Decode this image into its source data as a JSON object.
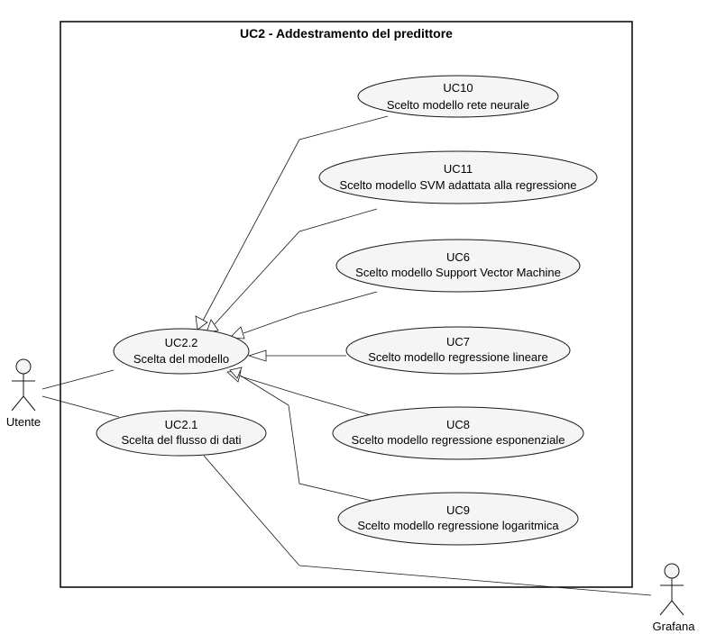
{
  "diagram": {
    "title": "UC2 - Addestramento del predittore",
    "actors": {
      "utente": "Utente",
      "grafana": "Grafana"
    },
    "use_cases": {
      "uc22": {
        "id": "UC2.2",
        "name": "Scelta del modello"
      },
      "uc21": {
        "id": "UC2.1",
        "name": "Scelta del flusso di dati"
      },
      "uc10": {
        "id": "UC10",
        "name": "Scelto modello rete neurale"
      },
      "uc11": {
        "id": "UC11",
        "name": "Scelto modello SVM adattata alla regressione"
      },
      "uc6": {
        "id": "UC6",
        "name": "Scelto modello Support Vector Machine"
      },
      "uc7": {
        "id": "UC7",
        "name": "Scelto modello regressione lineare"
      },
      "uc8": {
        "id": "UC8",
        "name": "Scelto modello regressione esponenziale"
      },
      "uc9": {
        "id": "UC9",
        "name": "Scelto modello regressione logaritmica"
      }
    }
  }
}
